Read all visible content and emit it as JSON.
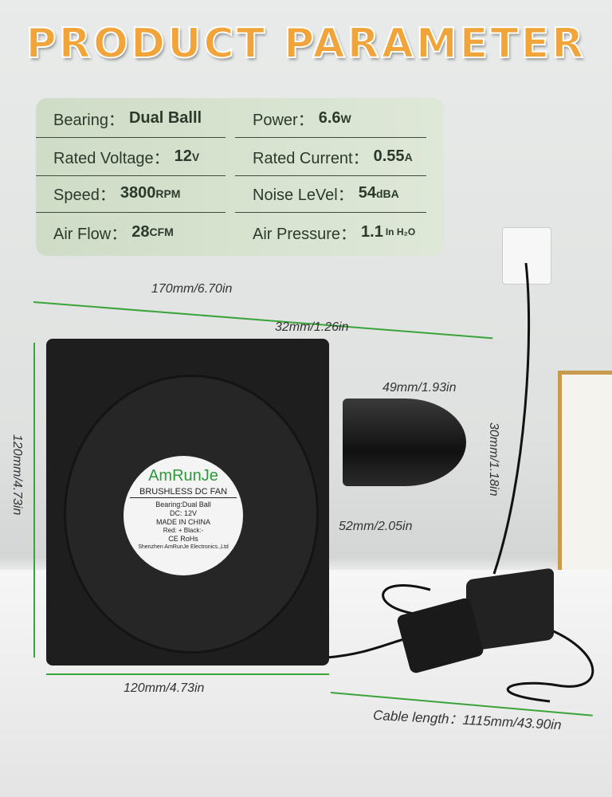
{
  "title": "PRODUCT PARAMETER",
  "specs": {
    "bearing": {
      "label": "Bearing：",
      "value": "Dual Balll"
    },
    "power": {
      "label": "Power：",
      "value": "6.6",
      "unit": "W"
    },
    "voltage": {
      "label": "Rated Voltage：",
      "value": "12",
      "unit": "V"
    },
    "current": {
      "label": "Rated Current：",
      "value": "0.55",
      "unit": "A"
    },
    "speed": {
      "label": "Speed：",
      "value": "3800",
      "unit": "RPM"
    },
    "noise": {
      "label": "Noise LeVel：",
      "value": "54",
      "unit": "dBA"
    },
    "airflow": {
      "label": "Air Flow：",
      "value": "28",
      "unit": "CFM"
    },
    "pressure": {
      "label": "Air Pressure：",
      "value": "1.1",
      "unit": "In H₂O"
    }
  },
  "dimensions": {
    "length": "170mm/6.70in",
    "depth": "32mm/1.26in",
    "outlet_length": "49mm/1.93in",
    "outlet_height": "30mm/1.18in",
    "outlet_width": "52mm/2.05in",
    "height": "120mm/4.73in",
    "width": "120mm/4.73in",
    "cable": "Cable length：1115mm/43.90in"
  },
  "fan_label": {
    "brand": "AmRunJe",
    "type": "BRUSHLESS DC FAN",
    "bearing": "Bearing:Dual Ball",
    "dc": "DC: 12V",
    "origin": "MADE IN CHINA",
    "wires": "Red: + Black:-",
    "cert": "CE RoHs",
    "maker": "Shenzhen AmRunJe Electronics.,Ltd"
  },
  "colors": {
    "title": "#f0a43a",
    "panel": "#d6e2ce",
    "dimension_line": "#3aa33a",
    "brand_green": "#2e9a3a"
  }
}
